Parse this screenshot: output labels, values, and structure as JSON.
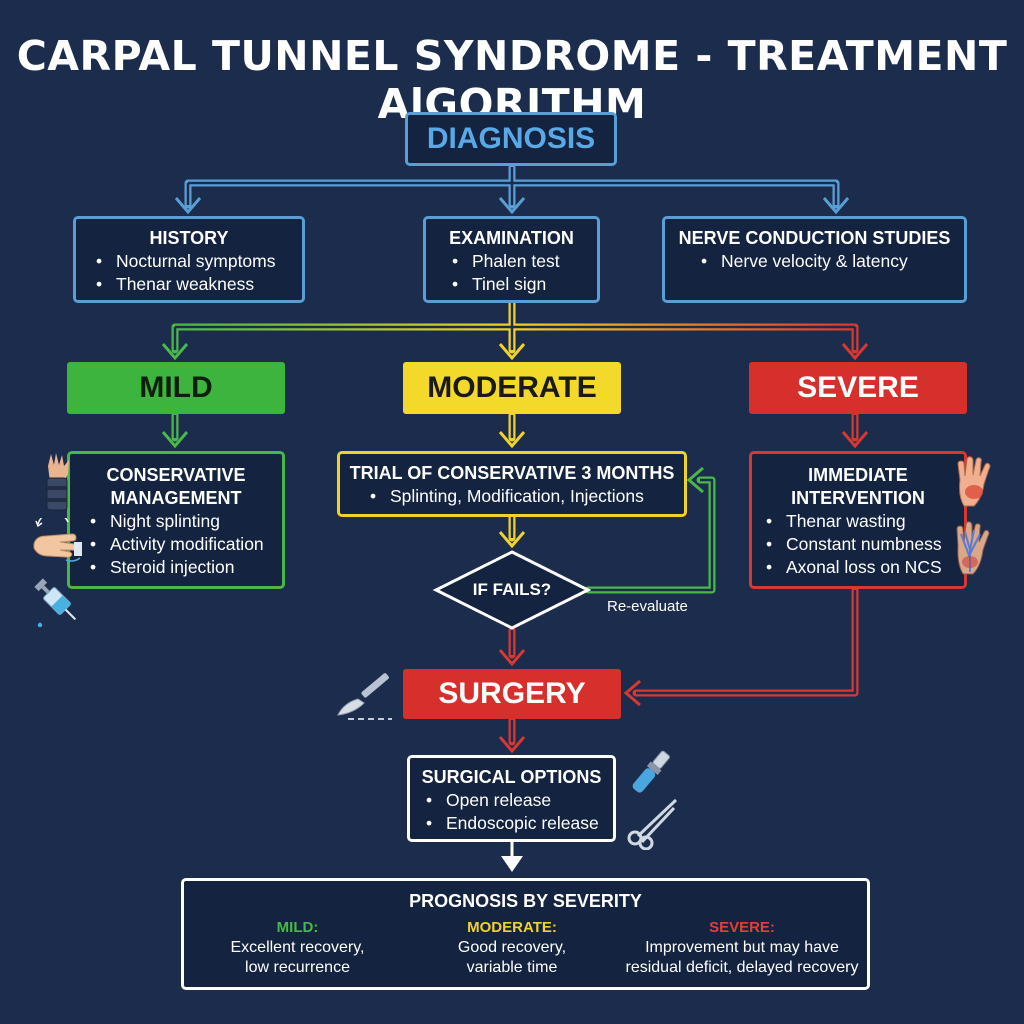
{
  "title": "CARPAL TUNNEL SYNDROME - TREATMENT AlGORITHM",
  "diagnosis": {
    "label": "DIAGNOSIS"
  },
  "assessment": {
    "history": {
      "title": "HISTORY",
      "items": [
        "Nocturnal symptoms",
        "Thenar weakness"
      ]
    },
    "examination": {
      "title": "EXAMINATION",
      "items": [
        "Phalen test",
        "Tinel sign"
      ]
    },
    "ncs": {
      "title": "NERVE CONDUCTION STUDIES",
      "items": [
        "Nerve velocity & latency"
      ]
    }
  },
  "severity": {
    "mild": "MILD",
    "moderate": "MODERATE",
    "severe": "SEVERE"
  },
  "mild_plan": {
    "title_line1": "CONSERVATIVE",
    "title_line2": "MANAGEMENT",
    "items": [
      "Night splinting",
      "Activity modification",
      "Steroid injection"
    ]
  },
  "moderate_plan": {
    "title": "TRIAL OF CONSERVATIVE 3 MONTHS",
    "items": [
      "Splinting, Modification, Injections"
    ]
  },
  "severe_plan": {
    "title_line1": "IMMEDIATE",
    "title_line2": "INTERVENTION",
    "items": [
      "Thenar wasting",
      "Constant numbness",
      "Axonal loss on NCS"
    ]
  },
  "decision": {
    "label": "IF FAILS?",
    "loop_label": "Re-evaluate"
  },
  "surgery": {
    "label": "SURGERY"
  },
  "surgical_options": {
    "title": "SURGICAL OPTIONS",
    "items": [
      "Open release",
      "Endoscopic release"
    ]
  },
  "prognosis": {
    "title": "PROGNOSIS BY SEVERITY",
    "mild": {
      "head": "MILD:",
      "line1": "Excellent recovery,",
      "line2": "low recurrence"
    },
    "moderate": {
      "head": "MODERATE:",
      "line1": "Good recovery,",
      "line2": "variable time"
    },
    "severe": {
      "head": "SEVERE:",
      "line1": "Improvement but may have",
      "line2": "residual deficit, delayed recovery"
    }
  },
  "icons": [
    "wrist-splint-icon",
    "hand-icon",
    "syringe-icon",
    "scalpel-icon",
    "surgical-tool-icon",
    "scissors-icon",
    "painful-hand-icon",
    "hand-nerve-icon"
  ],
  "colors": {
    "background": "#1c2c4c",
    "diagnosis": "#5a9ed6",
    "mild": "#3db43e",
    "moderate": "#f2d92a",
    "severe": "#d72f2b"
  }
}
